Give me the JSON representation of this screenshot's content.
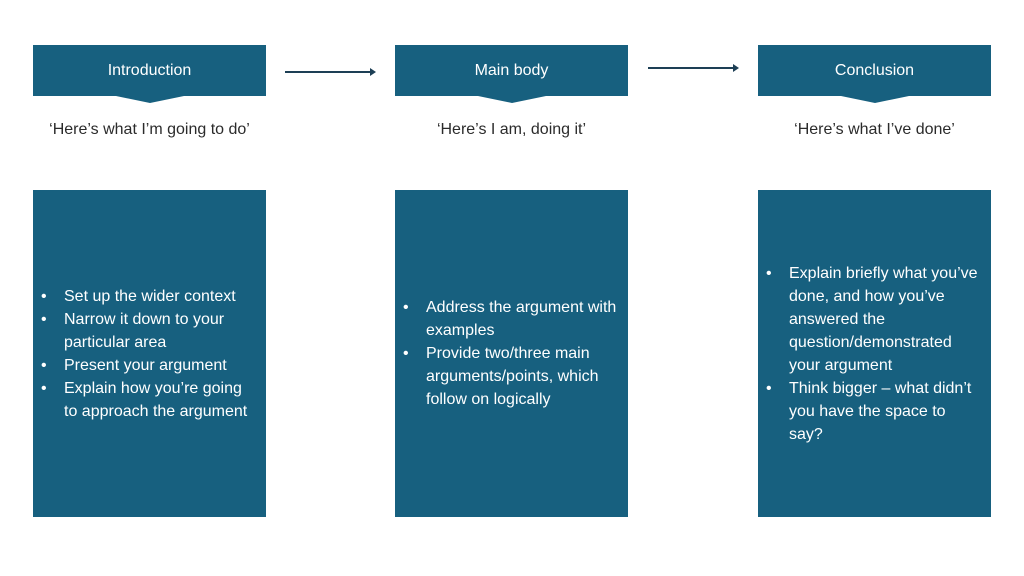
{
  "stages": [
    {
      "title": "Introduction",
      "quote": "‘Here’s what I’m going to do’",
      "bullets": [
        "Set up the wider context",
        "Narrow it down to your particular area",
        "Present your argument",
        "Explain how you’re going to approach the argument"
      ]
    },
    {
      "title": "Main body",
      "quote": "‘Here’s I am, doing it’",
      "bullets": [
        "Address the argument with examples",
        "Provide two/three main arguments/points, which follow on logically"
      ]
    },
    {
      "title": "Conclusion",
      "quote": "‘Here’s what I’ve done’",
      "bullets": [
        "Explain briefly what you’ve done, and how you’ve answered the question/demonstrated your argument",
        "Think bigger – what didn’t you have the space to say?"
      ]
    }
  ],
  "colors": {
    "box": "#17607f",
    "arrow": "#1d3f55",
    "text": "#2b2b2b"
  }
}
